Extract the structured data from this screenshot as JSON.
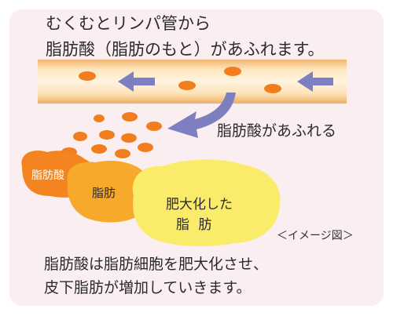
{
  "title": {
    "line1": "むくむとリンパ管から",
    "line2": "脂肪酸（脂肪のもと）があふれます。"
  },
  "overflow_label": "脂肪酸があふれる",
  "blobs": {
    "fatty_acid": "脂肪酸",
    "fat": "脂肪",
    "enlarged_line1": "肥大化した",
    "enlarged_line2": "脂 肪"
  },
  "image_note": "＜イメージ図＞",
  "caption": {
    "line1": "脂肪酸は脂肪細胞を肥大化させ、",
    "line2": "皮下脂肪が増加していきます。"
  },
  "colors": {
    "panel": "#fbeef1",
    "vessel": "#fcd9a6",
    "droplet": "#f27d1f",
    "arrow": "#7d7fc0",
    "fatty_acid_blob": "#f4841f",
    "fat_blob": "#f6a92a",
    "enlarged_fat_blob": "#fbeb6b"
  }
}
